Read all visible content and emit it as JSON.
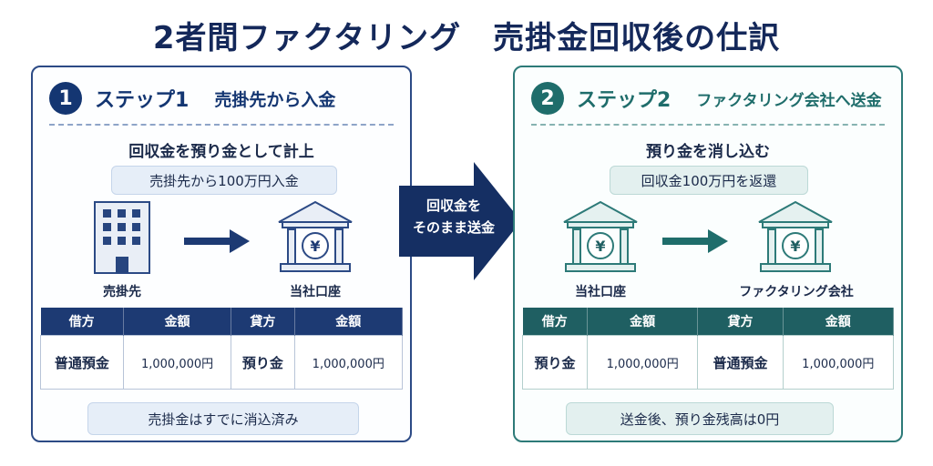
{
  "title": "2者間ファクタリング　売掛金回収後の仕訳",
  "colors": {
    "navy": "#143672",
    "teal": "#1f6d6b"
  },
  "center_arrow": {
    "line1": "回収金を",
    "line2": "そのまま送金"
  },
  "step1": {
    "number": "1",
    "title": "ステップ1",
    "subtitle": "売掛先から入金",
    "heading": "回収金を預り金として計上",
    "pill": "売掛先から100万円入金",
    "from_icon": "office-building-icon",
    "from_label": "売掛先",
    "to_icon": "bank-yen-icon",
    "to_label": "当社口座",
    "table": {
      "headers": [
        "借方",
        "金額",
        "貸方",
        "金額"
      ],
      "row": [
        "普通預金",
        "1,000,000円",
        "預り金",
        "1,000,000円"
      ]
    },
    "note": "売掛金はすでに消込済み"
  },
  "step2": {
    "number": "2",
    "title": "ステップ2",
    "subtitle": "ファクタリング会社へ送金",
    "heading": "預り金を消し込む",
    "pill": "回収金100万円を返還",
    "from_icon": "bank-yen-icon",
    "from_label": "当社口座",
    "to_icon": "bank-yen-icon",
    "to_label": "ファクタリング会社",
    "table": {
      "headers": [
        "借方",
        "金額",
        "貸方",
        "金額"
      ],
      "row": [
        "預り金",
        "1,000,000円",
        "普通預金",
        "1,000,000円"
      ]
    },
    "note": "送金後、預り金残高は0円"
  }
}
